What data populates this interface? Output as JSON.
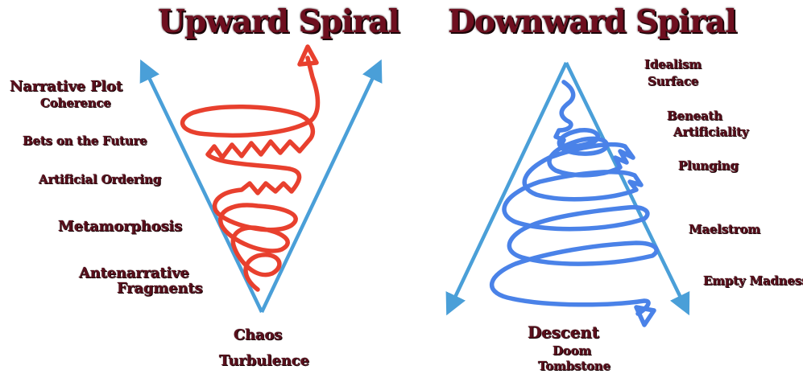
{
  "upward": {
    "title": "Upward Spiral",
    "labels": {
      "narrative_plot": "Narrative Plot",
      "coherence": "Coherence",
      "bets_on_future": "Bets on the Future",
      "artificial_ordering": "Artificial Ordering",
      "metamorphosis": "Metamorphosis",
      "antenarrative": "Antenarrative",
      "fragments": "Fragments",
      "chaos": "Chaos",
      "turbulence": "Turbulence"
    },
    "spiral_color": "#e8402e",
    "arrow_color": "#4a9fd8"
  },
  "downward": {
    "title": "Downward Spiral",
    "labels": {
      "idealism": "Idealism",
      "surface": "Surface",
      "beneath": "Beneath",
      "artificiality": "Artificiality",
      "plunging": "Plunging",
      "maelstrom": "Maelstrom",
      "empty_madness": "Empty Madness",
      "descent": "Descent",
      "doom": "Doom",
      "tombstone": "Tombstone"
    },
    "spiral_color": "#4a82e8",
    "arrow_color": "#4a9fd8"
  }
}
